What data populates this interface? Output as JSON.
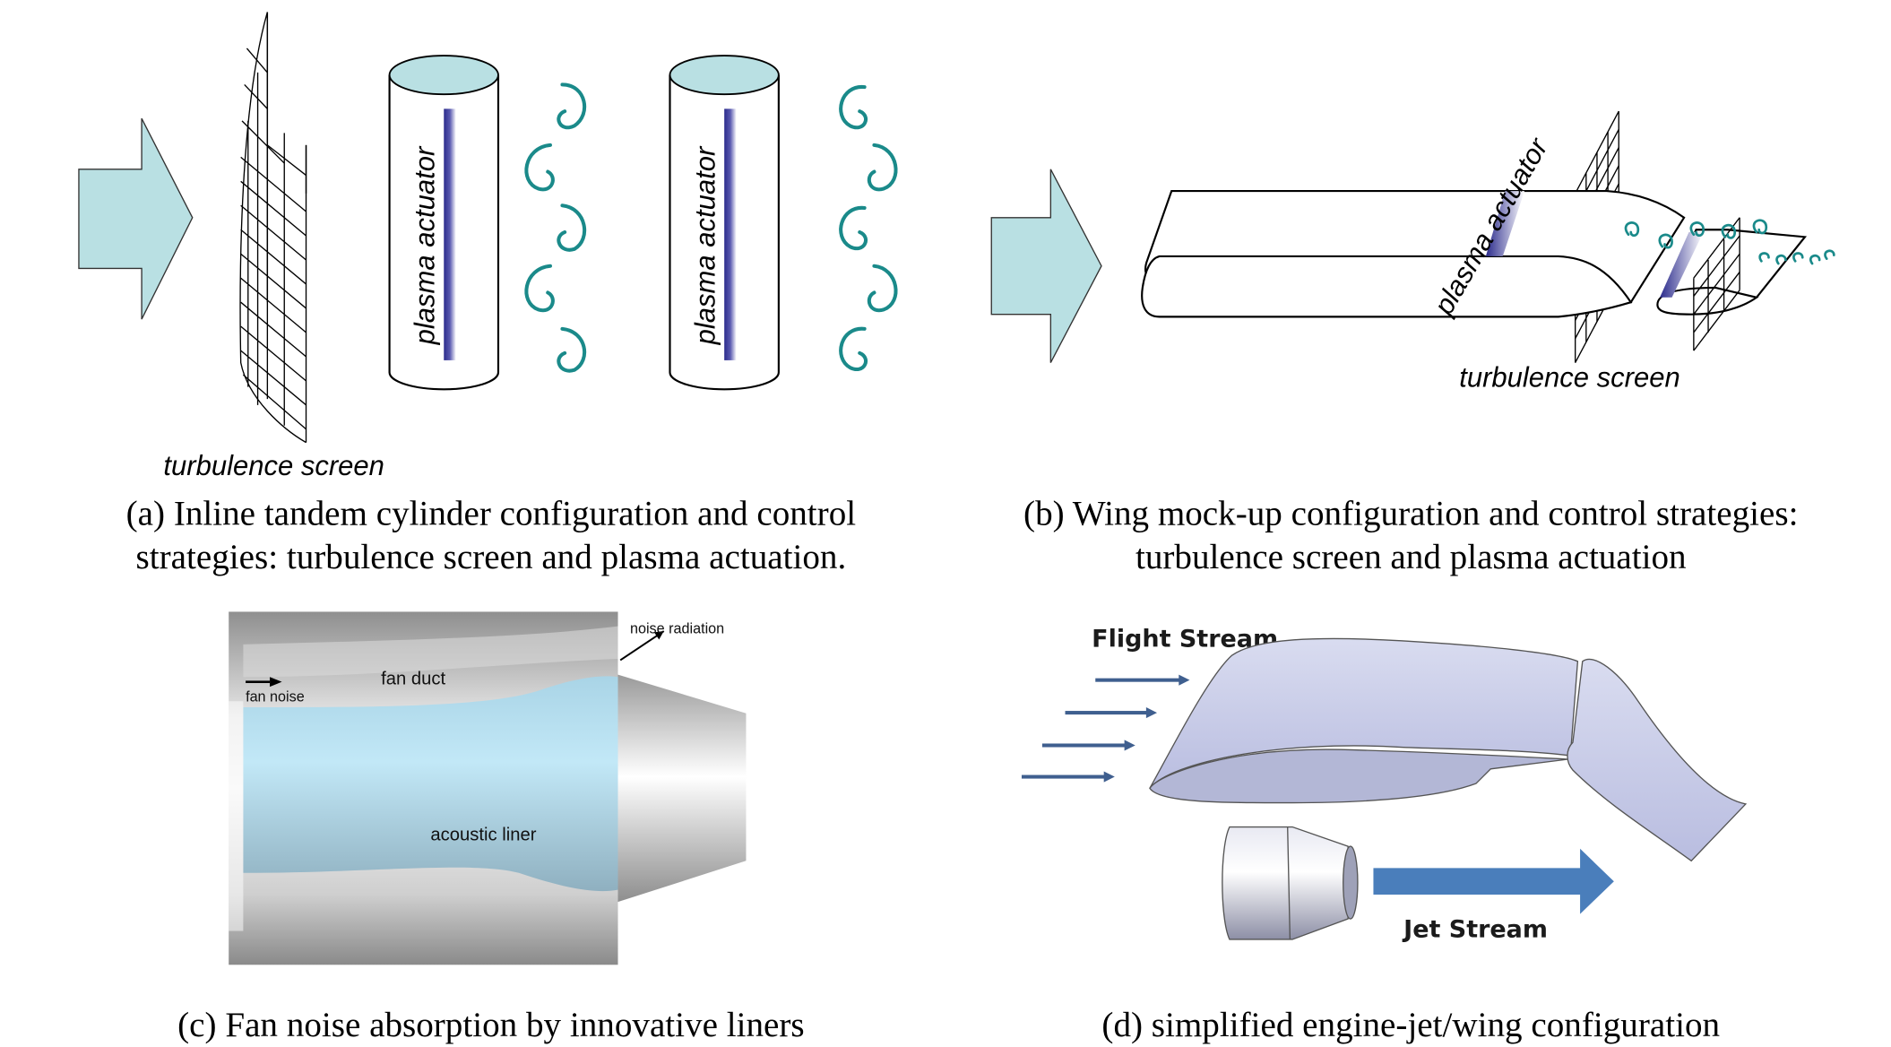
{
  "figure": {
    "panels": [
      {
        "id": "a",
        "caption_line1": "(a) Inline tandem cylinder configuration and control",
        "caption_line2": "strategies: turbulence screen and plasma actuation.",
        "labels": {
          "turbulence_screen": "turbulence screen",
          "actuator_1": "plasma actuator",
          "actuator_2": "plasma actuator"
        }
      },
      {
        "id": "b",
        "caption_line1": "(b) Wing mock-up configuration and control strategies:",
        "caption_line2": "turbulence screen and plasma actuation",
        "labels": {
          "plasma_actuator": "plasma actuator",
          "turbulence_screen": "turbulence screen"
        }
      },
      {
        "id": "c",
        "caption": "(c) Fan noise absorption by innovative liners",
        "labels": {
          "noise_radiation": "noise radiation",
          "fan_duct": "fan duct",
          "fan_noise": "fan noise",
          "acoustic_liner": "acoustic liner"
        }
      },
      {
        "id": "d",
        "caption": "(d) simplified engine-jet/wing configuration",
        "labels": {
          "flight_stream": "Flight Stream",
          "jet_stream": "Jet Stream"
        }
      }
    ],
    "colors": {
      "flow_arrow": "#b9e0e3",
      "vortex": "#1a8a8a",
      "actuator_strip": "#2b2b8c",
      "liner": "#bde4f4",
      "wing": "#c9cde8",
      "jet_arrow": "#4a7ebb",
      "flight_arrow": "#3f5f8f"
    }
  }
}
